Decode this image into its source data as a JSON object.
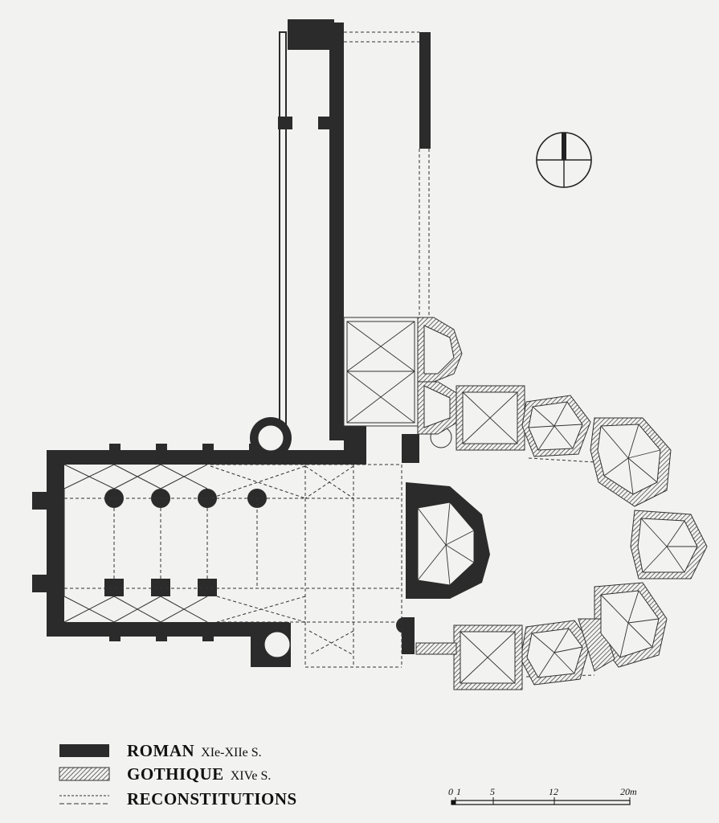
{
  "legend": [
    {
      "label": "ROMAN",
      "period": "XIe-XIIe S.",
      "style": "solid"
    },
    {
      "label": "GOTHIQUE",
      "period": "XIVe S.",
      "style": "hatched"
    },
    {
      "label": "RECONSTITUTIONS",
      "period": "",
      "style": "dashed"
    }
  ],
  "scale": {
    "ticks": [
      "0",
      "1",
      "5",
      "12",
      "20m"
    ]
  },
  "colors": {
    "wall": "#2b2b2b",
    "paper": "#f2f2f0",
    "line": "#333333"
  }
}
